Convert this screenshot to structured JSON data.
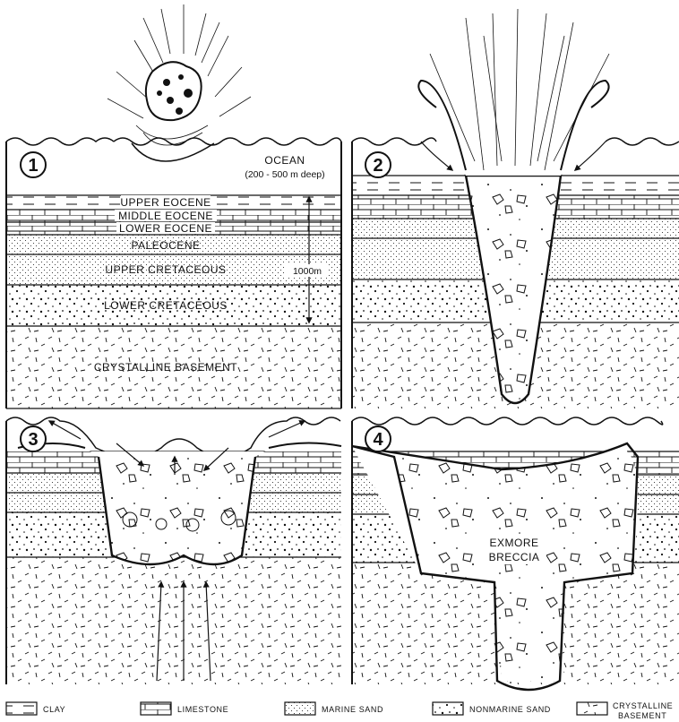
{
  "panels": {
    "p1": {
      "number": "1",
      "ocean_label": "OCEAN",
      "ocean_depth": "(200 - 500 m deep)",
      "layers": [
        "UPPER EOCENE",
        "MIDDLE EOCENE",
        "LOWER EOCENE",
        "PALEOCENE",
        "UPPER CRETACEOUS",
        "LOWER CRETACEOUS",
        "CRYSTALLINE BASEMENT"
      ],
      "scale_label": "1000m"
    },
    "p2": {
      "number": "2"
    },
    "p3": {
      "number": "3"
    },
    "p4": {
      "number": "4",
      "breccia_line1": "EXMORE",
      "breccia_line2": "BRECCIA"
    }
  },
  "legend": [
    {
      "label": "CLAY",
      "pattern": "clay"
    },
    {
      "label": "LIMESTONE",
      "pattern": "limestone"
    },
    {
      "label": "MARINE SAND",
      "pattern": "marine-sand"
    },
    {
      "label": "NONMARINE SAND",
      "pattern": "nonmarine-sand"
    },
    {
      "label": "CRYSTALLINE",
      "label2": "BASEMENT",
      "pattern": "crystalline"
    }
  ],
  "colors": {
    "ink": "#111111",
    "paper": "#ffffff"
  }
}
